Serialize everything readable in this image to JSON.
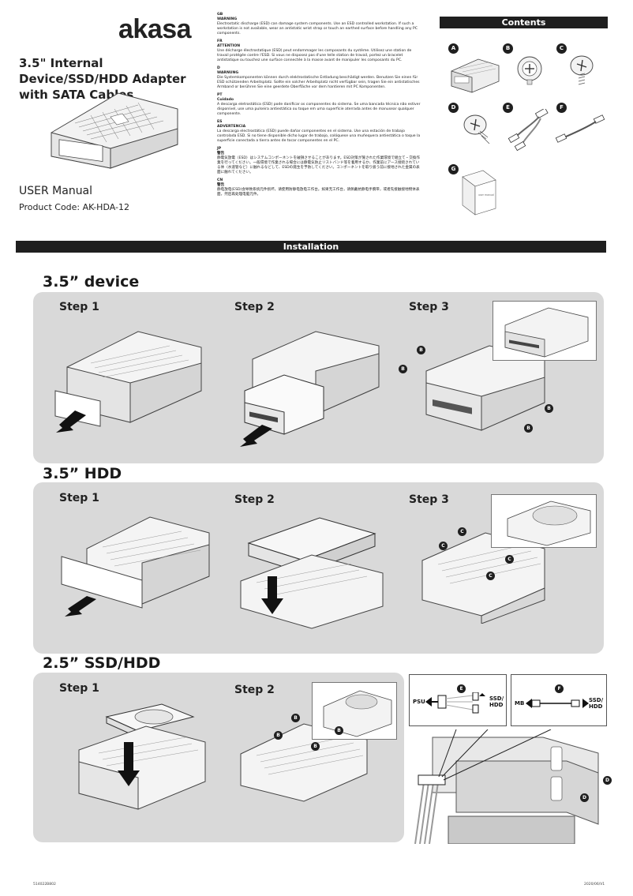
{
  "header": {
    "brand": "akasa",
    "product_title": "3.5\" Internal Device/SSD/HDD Adapter with SATA Cables",
    "manual_label": "USER Manual",
    "product_code": "Product Code: AK-HDA-12"
  },
  "warnings": [
    {
      "code": "GB",
      "title": "WARNING",
      "text": "Electrostatic discharge (ESD) can damage system components. Use an ESD controlled workstation. If such a workstation is not available, wear an antistatic wrist strap or touch an earthed surface before handling any PC components."
    },
    {
      "code": "FR",
      "title": "ATTENTION",
      "text": "Une décharge électrostatique (ESD) peut endommager les composants du système. Utilisez une station de travail protégée contre l'ESD. Si vous ne disposez pas d'une telle station de travail, portez un bracelet antistatique ou touchez une surface connectée à la masse avant de manipuler les composants du PC."
    },
    {
      "code": "D",
      "title": "WARNUNG",
      "text": "Die Systemkomponenten können durch elektrostatische Entladung beschädigt werden. Benutzen Sie einen für ESD schützenden Arbeitsplatz. Sollte ein solcher Arbeitsplatz nicht verfügbar sein, tragen Sie ein antistatisches Armband or berühren Sie eine geerdete Oberfläche vor dem hantieren mit PC Komponenten."
    },
    {
      "code": "PT",
      "title": "Cuidado",
      "text": "A descarga eletrostática (ESD) pode danificar os componentes do sistema. Se uma bancada técnica não estiver disponível, use uma pulseira antiestática ou toque em uma superfície aterrada antes de manusear qualquer componente."
    },
    {
      "code": "ES",
      "title": "ADVERTENCIA",
      "text": "La descarga electrostática (ESD) puede dañar componentes en el sistema. Use una estación de trabajo controlada ESD. Si no tiene disponible dicho lugar de trabajo, colóquese una muñequera antiestática o toque la superficie conectada a tierra antes de tocar componentes en el PC."
    },
    {
      "code": "JP",
      "title": "警告",
      "text": "静電気放電（ESD）はシステムコンポーネントを破損させることがあります。ESD対策が施された作業環境で組立て・交換作業を行ってください。一般環境で作業される場合には静電気防止リストバンド等を着用するか、作業前にアース接続されている体（水道管など）に触れるなどして、ESDの発生を予防してください。コンポーネントを取り扱う前に接地された金属の表面に触れてください。"
    },
    {
      "code": "CN",
      "title": "警告",
      "text": "静电放电(ESD)会导致系统元件损坏，请使用防静电放电工作台。如果无工作台，请佩戴抗静电手腕带，或者先接触接地物体表面，然后再处理电脑元件。"
    }
  ],
  "contents": {
    "title": "Contents",
    "items": [
      {
        "letter": "A",
        "name": "adapter-bracket"
      },
      {
        "letter": "B",
        "name": "screw-b"
      },
      {
        "letter": "C",
        "name": "screw-c"
      },
      {
        "letter": "D",
        "name": "screw-d"
      },
      {
        "letter": "E",
        "name": "sata-power-splitter"
      },
      {
        "letter": "F",
        "name": "sata-data-cable"
      },
      {
        "letter": "G",
        "name": "user-manual-booklet",
        "booklet_text": "user manual"
      }
    ]
  },
  "installation": {
    "title": "Installation",
    "sections": [
      {
        "heading": "3.5” device",
        "steps": [
          "Step 1",
          "Step 2",
          "Step 3"
        ]
      },
      {
        "heading": "3.5” HDD",
        "steps": [
          "Step 1",
          "Step 2",
          "Step 3"
        ]
      },
      {
        "heading": "2.5” SSD/HDD",
        "steps": [
          "Step 1",
          "Step 2"
        ]
      }
    ],
    "cables": [
      {
        "letter": "E",
        "left": "PSU",
        "right": "SSD/\nHDD"
      },
      {
        "letter": "F",
        "left": "MB",
        "right": "SSD/\nHDD"
      }
    ],
    "callouts": {
      "b": "B",
      "c": "C",
      "d": "D"
    }
  },
  "footer": {
    "left": "514022B802",
    "right": "2020/06/V1"
  }
}
